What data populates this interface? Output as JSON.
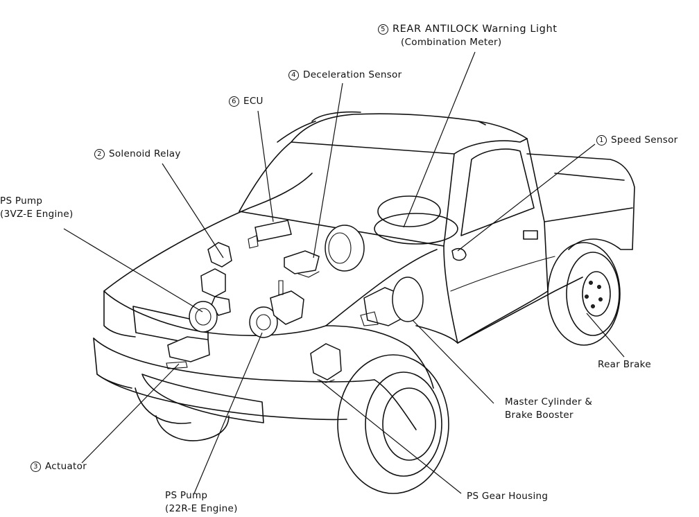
{
  "labels": {
    "rear_antilock": {
      "number": "5",
      "line1": "REAR ANTILOCK Warning Light",
      "line2": "(Combination Meter)"
    },
    "decel_sensor": {
      "number": "4",
      "text": "Deceleration Sensor"
    },
    "ecu": {
      "number": "6",
      "text": "ECU"
    },
    "speed_sensor": {
      "number": "1",
      "text": "Speed Sensor"
    },
    "solenoid_relay": {
      "number": "2",
      "text": "Solenoid Relay"
    },
    "ps_pump_3vz": {
      "line1": "PS Pump",
      "line2": "(3VZ-E Engine)"
    },
    "rear_brake": {
      "text": "Rear Brake"
    },
    "master_cylinder": {
      "line1": "Master Cylinder &",
      "line2": "Brake Booster"
    },
    "actuator": {
      "number": "3",
      "text": "Actuator"
    },
    "ps_pump_22r": {
      "line1": "PS Pump",
      "line2": "(22R-E Engine)"
    },
    "ps_gear_housing": {
      "text": "PS Gear Housing"
    }
  }
}
